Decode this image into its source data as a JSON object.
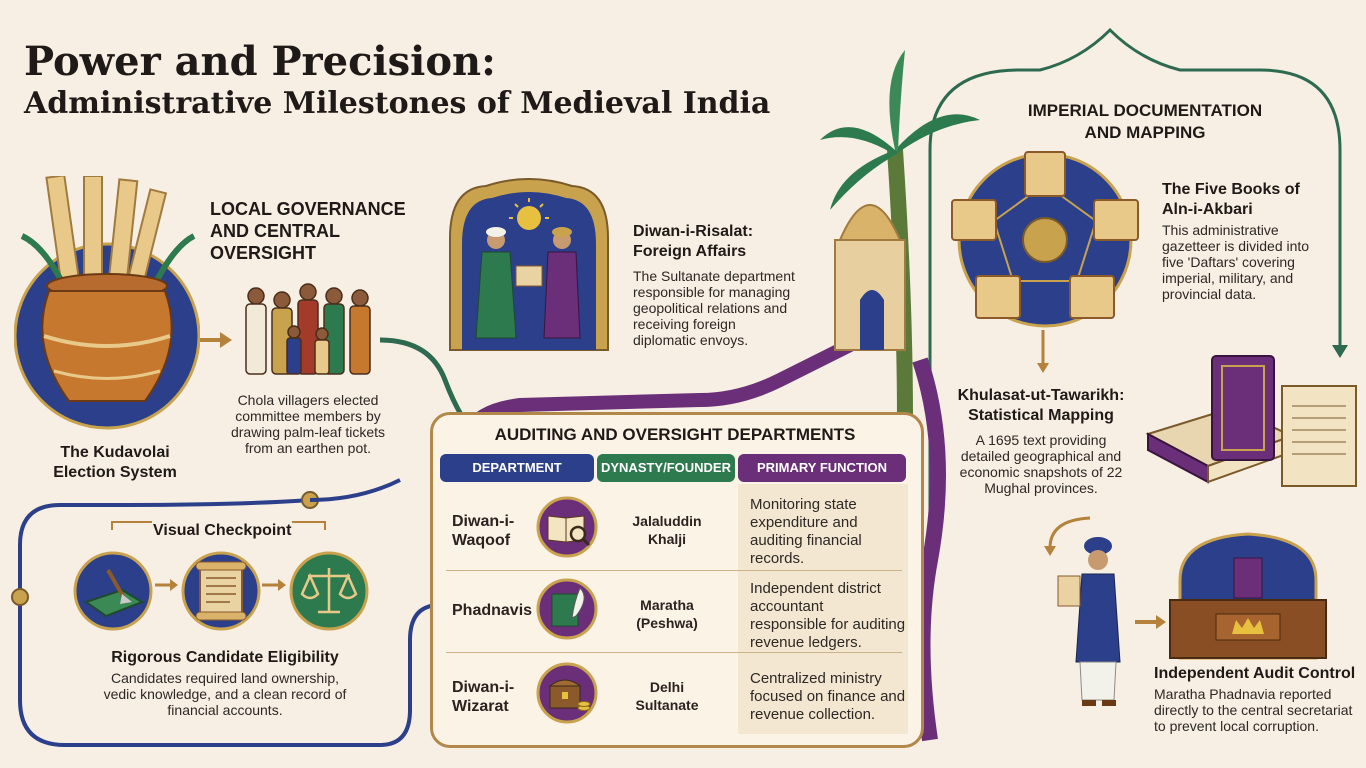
{
  "title": {
    "line1": "Power and Precision:",
    "line2": "Administrative Milestones of Medieval India"
  },
  "local": {
    "heading_lines": [
      "LOCAL GOVERNANCE",
      "AND CENTRAL",
      "OVERSIGHT"
    ],
    "kudavolai_caption_lines": [
      "The Kudavolai",
      "Election System"
    ],
    "chola_text_lines": [
      "Chola villagers elected",
      "committee members by",
      "drawing palm-leaf tickets",
      "from an earthen pot."
    ]
  },
  "checkpoint": {
    "label": "Visual Checkpoint",
    "title": "Rigorous Candidate Eligibility",
    "text_lines": [
      "Candidates required land ownership,",
      "vedic knowledge, and a clean record of",
      "financial accounts."
    ]
  },
  "risalat": {
    "title_lines": [
      "Diwan-i-Risalat:",
      "Foreign Affairs"
    ],
    "text_lines": [
      "The Sultanate department",
      "responsible for managing",
      "geopolitical relations and",
      "receiving foreign",
      "diplomatic envoys."
    ]
  },
  "auditing": {
    "heading": "AUDITING AND OVERSIGHT DEPARTMENTS",
    "columns": [
      "DEPARTMENT",
      "DYNASTY/FOUNDER",
      "PRIMARY FUNCTION"
    ],
    "rows": [
      {
        "dept_lines": [
          "Diwan-i-",
          "Waqoof"
        ],
        "dynasty_lines": [
          "Jalaluddin",
          "Khalji"
        ],
        "function_lines": [
          "Monitoring state",
          "expenditure and",
          "auditing financial",
          "records."
        ],
        "icon": "ledger-magnifier-icon"
      },
      {
        "dept_lines": [
          "Phadnavis"
        ],
        "dynasty_lines": [
          "Maratha",
          "(Peshwa)"
        ],
        "function_lines": [
          "Independent district",
          "accountant",
          "responsible for auditing",
          "revenue ledgers."
        ],
        "icon": "quill-book-icon"
      },
      {
        "dept_lines": [
          "Diwan-i-",
          "Wizarat"
        ],
        "dynasty_lines": [
          "Delhi",
          "Sultanate"
        ],
        "function_lines": [
          "Centralized ministry",
          "focused on finance and",
          "revenue collection."
        ],
        "icon": "treasure-chest-icon"
      }
    ]
  },
  "imperial": {
    "heading_lines": [
      "IMPERIAL DOCUMENTATION",
      "AND MAPPING"
    ],
    "five_books_title_lines": [
      "The Five Books of",
      "Aln-i-Akbari"
    ],
    "five_books_text_lines": [
      "This administrative",
      "gazetteer is divided into",
      "five 'Daftars' covering",
      "imperial, military, and",
      "provincial data."
    ],
    "khulasat_title_lines": [
      "Khulasat-ut-Tawarikh:",
      "Statistical Mapping"
    ],
    "khulasat_text_lines": [
      "A 1695 text providing",
      "detailed geographical and",
      "economic snapshots of 22",
      "Mughal provinces."
    ]
  },
  "audit_control": {
    "title": "Independent Audit Control",
    "text_lines": [
      "Maratha Phadnavia reported",
      "directly to the central secretariat",
      "to prevent local corruption."
    ]
  },
  "colors": {
    "navy": "#2b3f8a",
    "green": "#2e7a4f",
    "purple": "#6a2f78",
    "gold": "#c9a24e",
    "cream": "#f7efe3"
  }
}
